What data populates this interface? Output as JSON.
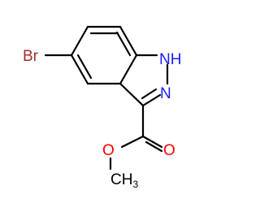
{
  "molecule": {
    "atoms": {
      "bromine": "Br",
      "nh": "NH",
      "n": "N",
      "carbonyl_oxygen": "O",
      "ester_oxygen": "O",
      "methyl_c": "CH",
      "methyl_sub": "3"
    },
    "colors": {
      "bond": "#000000",
      "bromine": "#a52a2a",
      "nitrogen": "#1a1aff",
      "oxygen": "#ff0000",
      "carbon": "#000000"
    }
  }
}
